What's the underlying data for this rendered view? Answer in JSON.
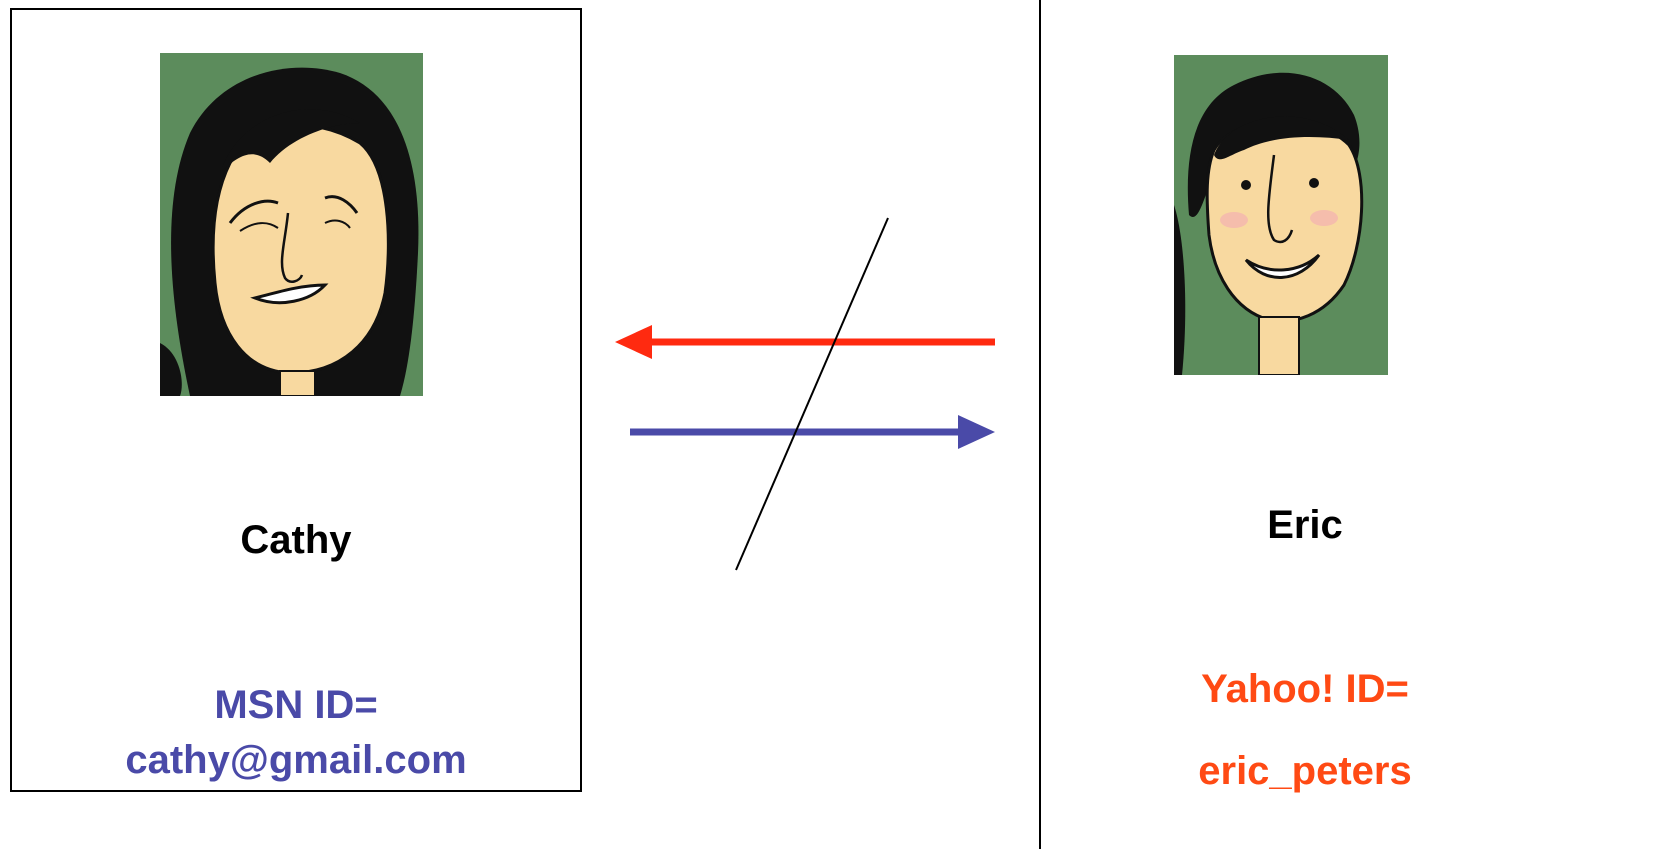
{
  "left_person": {
    "name": "Cathy",
    "id_label": "MSN ID=",
    "id_value": "cathy@gmail.com",
    "id_color": "#4a4aa8"
  },
  "right_person": {
    "name": "Eric",
    "id_label": "Yahoo! ID=",
    "id_value": "eric_peters",
    "id_color": "#ff4a14"
  },
  "arrows": {
    "top_color": "#ff2a10",
    "bottom_color": "#4a4aa8"
  },
  "portrait_background": "#5c8c5c"
}
